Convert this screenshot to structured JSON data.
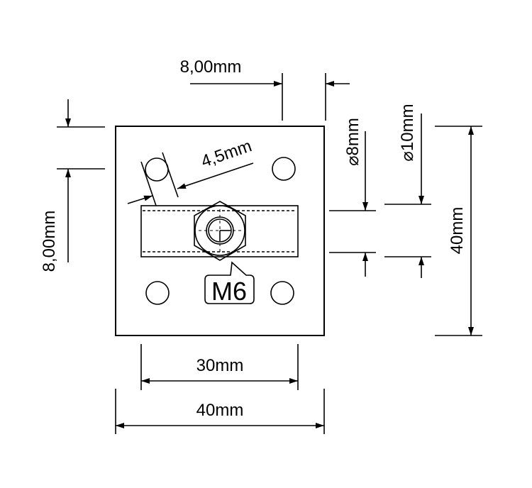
{
  "dimensions": {
    "top_offset": "8,00mm",
    "left_offset": "8,00mm",
    "hole_diameter": "4,5mm",
    "inner_diameter": "⌀8mm",
    "outer_diameter": "⌀10mm",
    "height": "40mm",
    "hole_spacing": "30mm",
    "width": "40mm"
  },
  "thread_label": "M6"
}
